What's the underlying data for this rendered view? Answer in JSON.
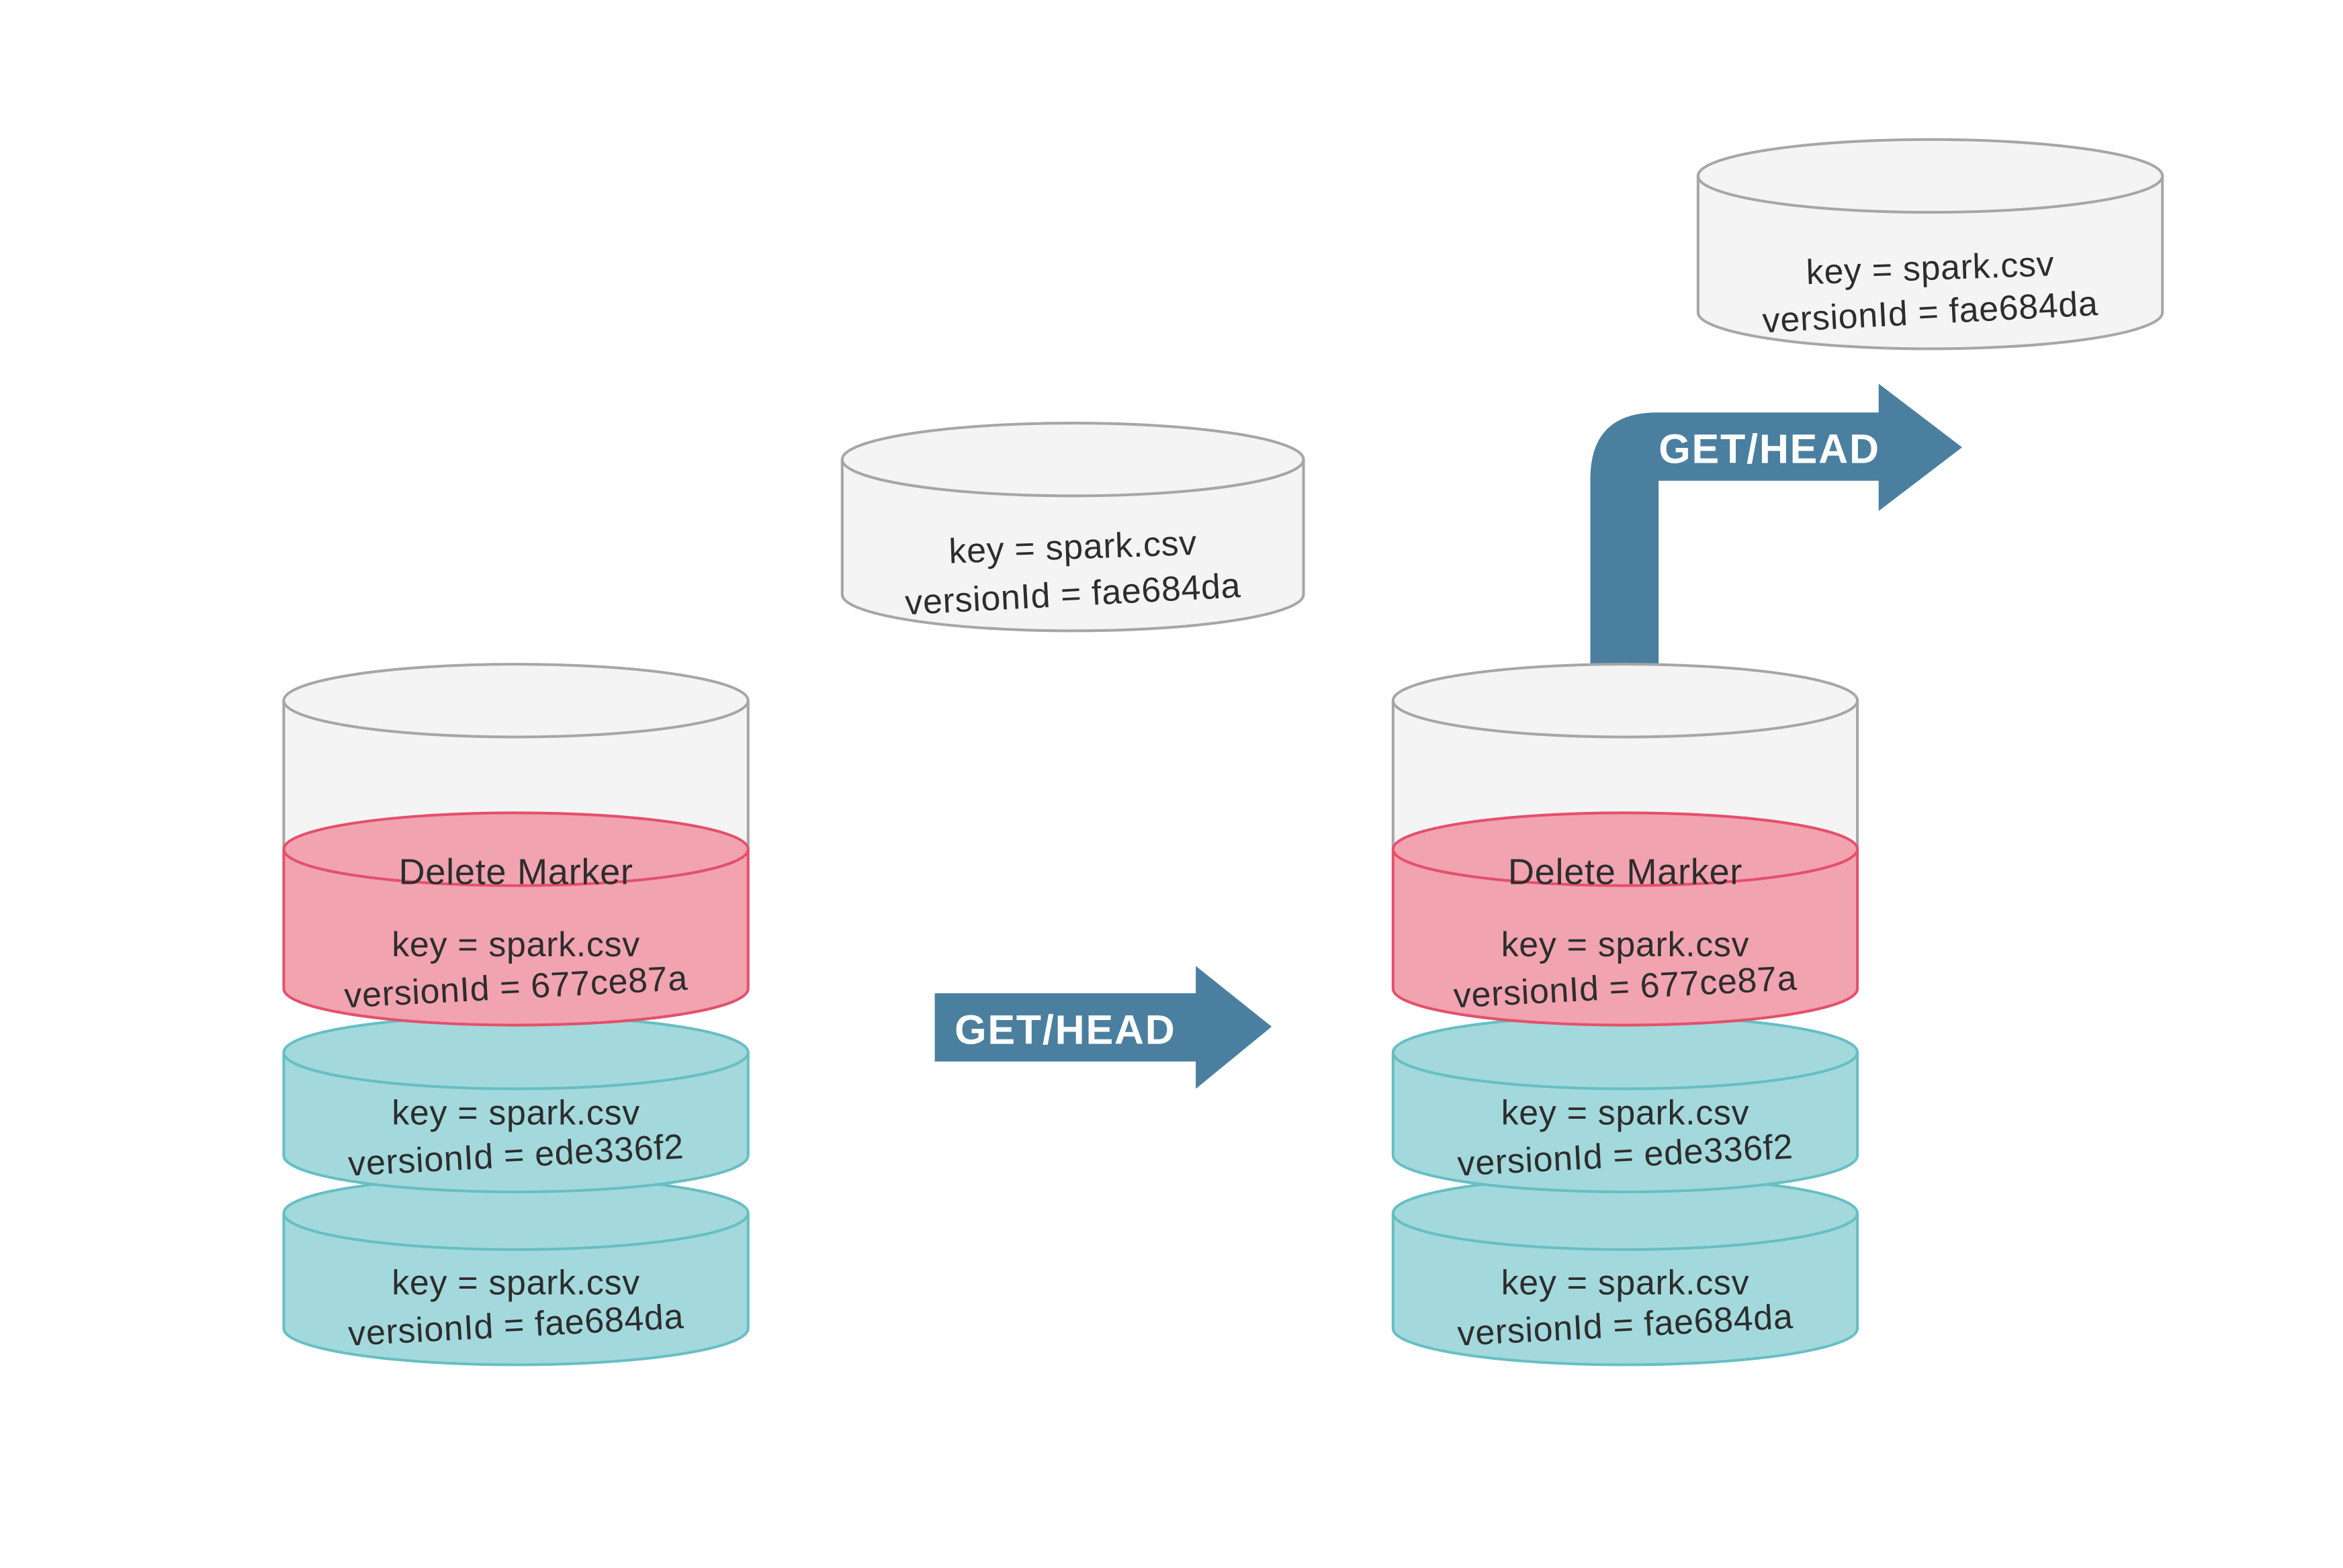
{
  "colors": {
    "background": "#ffffff",
    "gray_fill": "#f4f4f4",
    "gray_stroke": "#a6a6a6",
    "pink_fill": "#f1a3b0",
    "pink_stroke": "#e4506b",
    "teal_fill": "#a3d9dc",
    "teal_stroke": "#66bfc4",
    "arrow_fill": "#4a7f9f",
    "arrow_text": "#ffffff",
    "text": "#2d2d2d"
  },
  "arrows": {
    "middle": {
      "label": "GET/HEAD"
    },
    "top": {
      "label": "GET/HEAD"
    }
  },
  "objects": {
    "preview": {
      "key": "key = spark.csv",
      "version": "versionId = fae684da"
    },
    "result": {
      "key": "key = spark.csv",
      "version": "versionId = fae684da"
    }
  },
  "stacks": {
    "left": {
      "delete_marker": {
        "title": "Delete Marker",
        "key": "key = spark.csv",
        "version": "versionId = 677ce87a"
      },
      "versions": [
        {
          "key": "key = spark.csv",
          "version": "versionId = ede336f2"
        },
        {
          "key": "key = spark.csv",
          "version": "versionId = fae684da"
        }
      ]
    },
    "right": {
      "delete_marker": {
        "title": "Delete Marker",
        "key": "key = spark.csv",
        "version": "versionId = 677ce87a"
      },
      "versions": [
        {
          "key": "key = spark.csv",
          "version": "versionId = ede336f2"
        },
        {
          "key": "key = spark.csv",
          "version": "versionId = fae684da"
        }
      ]
    }
  }
}
